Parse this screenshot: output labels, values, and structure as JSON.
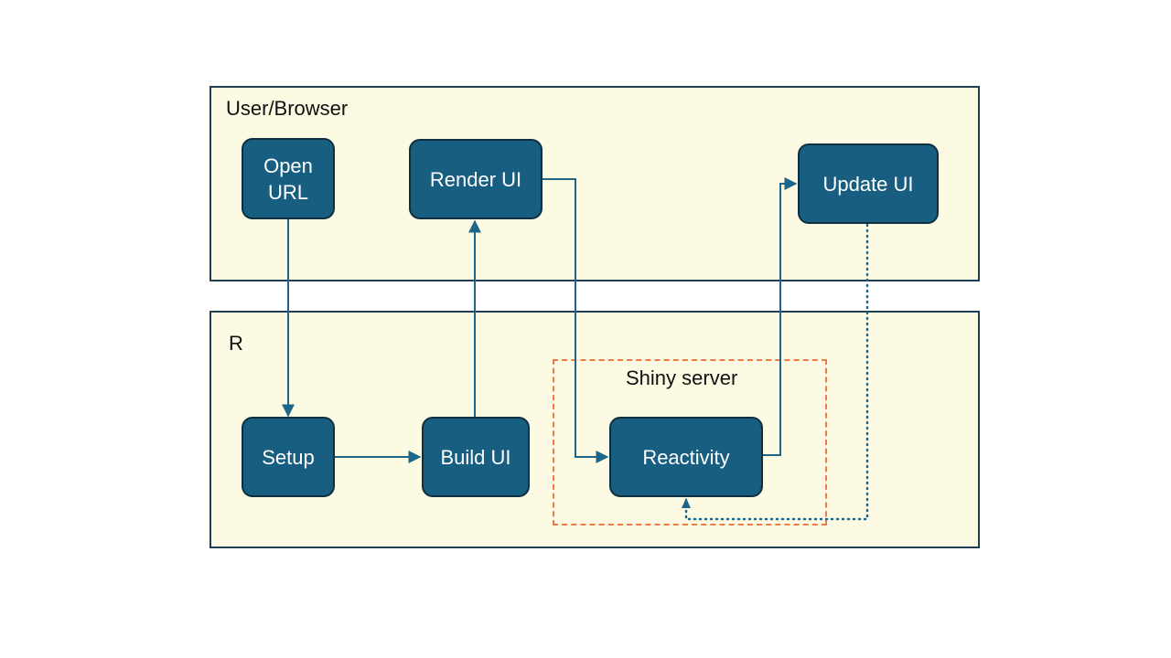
{
  "regions": {
    "browser": {
      "title": "User/Browser"
    },
    "r": {
      "title": "R"
    }
  },
  "group": {
    "label": "Shiny server"
  },
  "nodes": {
    "open_url": {
      "line1": "Open",
      "line2": "URL"
    },
    "render_ui": {
      "label": "Render UI"
    },
    "update_ui": {
      "label": "Update UI"
    },
    "setup": {
      "label": "Setup"
    },
    "build_ui": {
      "label": "Build UI"
    },
    "reactivity": {
      "label": "Reactivity"
    }
  },
  "edges": [
    {
      "from": "Open URL",
      "to": "Setup",
      "style": "solid"
    },
    {
      "from": "Setup",
      "to": "Build UI",
      "style": "solid"
    },
    {
      "from": "Build UI",
      "to": "Render UI",
      "style": "solid"
    },
    {
      "from": "Render UI",
      "to": "Reactivity",
      "style": "solid"
    },
    {
      "from": "Reactivity",
      "to": "Update UI",
      "style": "solid"
    },
    {
      "from": "Update UI",
      "to": "Reactivity",
      "style": "dotted"
    }
  ],
  "colors": {
    "region_fill": "#fcfae3",
    "region_border": "#1f3e4f",
    "node_fill": "#175e80",
    "node_border": "#0e2f40",
    "edge": "#1e6587",
    "group_border": "#f07a45"
  }
}
